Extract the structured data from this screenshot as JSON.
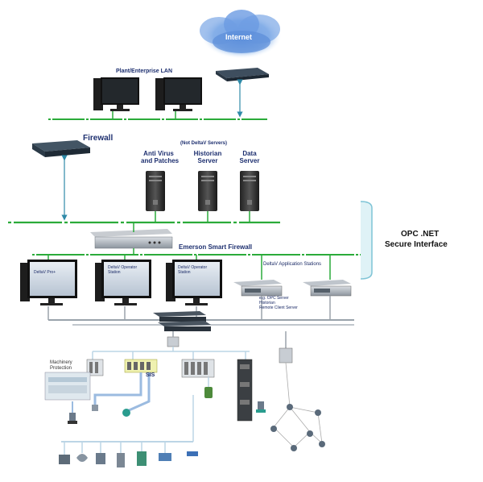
{
  "labels": {
    "internet": "Internet",
    "enterprise_lan": "Plant/Enterprise LAN",
    "firewall": "Firewall",
    "not_deltav": "(Not DeltaV Servers)",
    "antivirus": "Anti Virus",
    "antivirus2": "and Patches",
    "historian": "Historian",
    "historian2": "Server",
    "data": "Data",
    "data2": "Server",
    "emerson_firewall": "Emerson Smart Firewall",
    "opc1": "OPC .NET",
    "opc2": "Secure Interface",
    "app_stations": "DeltaV Application  Stations",
    "pro_plus": "DeltaV Pro+",
    "operator1": "DeltaV Operator",
    "operator1b": "Station",
    "operator2": "DeltaV Operator",
    "operator2b": "Station",
    "eg1": "e.g. OPC Server",
    "eg2": "Historian",
    "eg3": "Remote Client Server",
    "machinery1": "Machinery",
    "machinery2": "Protection",
    "sis": "SIS"
  },
  "colors": {
    "network_green": "#2bab3a",
    "arrow_teal": "#2f8aa8",
    "title_navy": "#1d2f6f",
    "bracket_blue": "#7fc4d6",
    "cloud_blue": "#5b93d8"
  }
}
